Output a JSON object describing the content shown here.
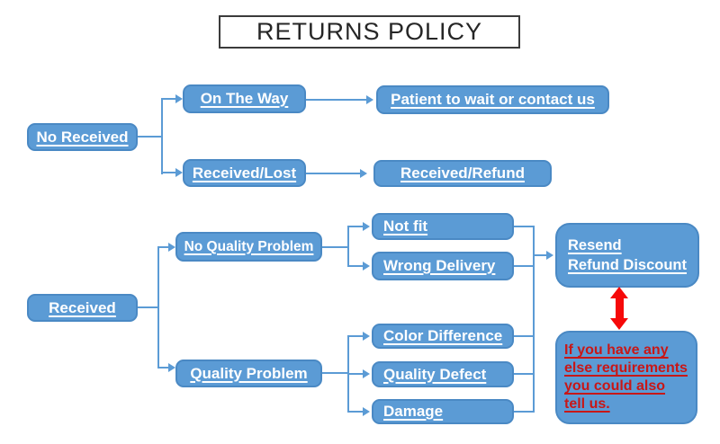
{
  "title": "RETURNS POLICY",
  "colors": {
    "box_fill": "#5b9bd5",
    "box_border": "#4a89c4",
    "connector": "#5b9bd5",
    "title_border": "#3b3b3b",
    "red_text": "#c81717",
    "arrow_red": "#f60909"
  },
  "nodes": {
    "no_received": {
      "label": "No Received"
    },
    "on_the_way": {
      "label": "On The Way"
    },
    "received_lost": {
      "label": "Received/Lost"
    },
    "patient_wait": {
      "label": "Patient to wait or contact us"
    },
    "received_refund": {
      "label": "Received/Refund"
    },
    "received": {
      "label": "Received"
    },
    "no_quality_problem": {
      "label": "No Quality Problem"
    },
    "quality_problem": {
      "label": "Quality Problem"
    },
    "not_fit": {
      "label": "Not fit"
    },
    "wrong_delivery": {
      "label": "Wrong Delivery"
    },
    "color_difference": {
      "label": "Color Difference"
    },
    "quality_defect": {
      "label": "Quality Defect"
    },
    "damage": {
      "label": "Damage"
    },
    "resend": {
      "lines": [
        "Resend",
        "Refund Discount"
      ]
    },
    "note": {
      "lines": [
        "If you have any",
        "else requirements",
        "you could also",
        "tell us."
      ]
    }
  },
  "edges": [
    {
      "from": "no_received",
      "to": "on_the_way"
    },
    {
      "from": "no_received",
      "to": "received_lost"
    },
    {
      "from": "on_the_way",
      "to": "patient_wait"
    },
    {
      "from": "received_lost",
      "to": "received_refund"
    },
    {
      "from": "received",
      "to": "no_quality_problem"
    },
    {
      "from": "received",
      "to": "quality_problem"
    },
    {
      "from": "no_quality_problem",
      "to": "not_fit"
    },
    {
      "from": "no_quality_problem",
      "to": "wrong_delivery"
    },
    {
      "from": "quality_problem",
      "to": "color_difference"
    },
    {
      "from": "quality_problem",
      "to": "quality_defect"
    },
    {
      "from": "quality_problem",
      "to": "damage"
    },
    {
      "from": "not_fit",
      "to": "resend"
    },
    {
      "from": "wrong_delivery",
      "to": "resend"
    },
    {
      "from": "color_difference",
      "to": "resend"
    },
    {
      "from": "quality_defect",
      "to": "resend"
    },
    {
      "from": "damage",
      "to": "resend"
    },
    {
      "from": "resend",
      "to": "note",
      "style": "red-double-arrow"
    }
  ]
}
